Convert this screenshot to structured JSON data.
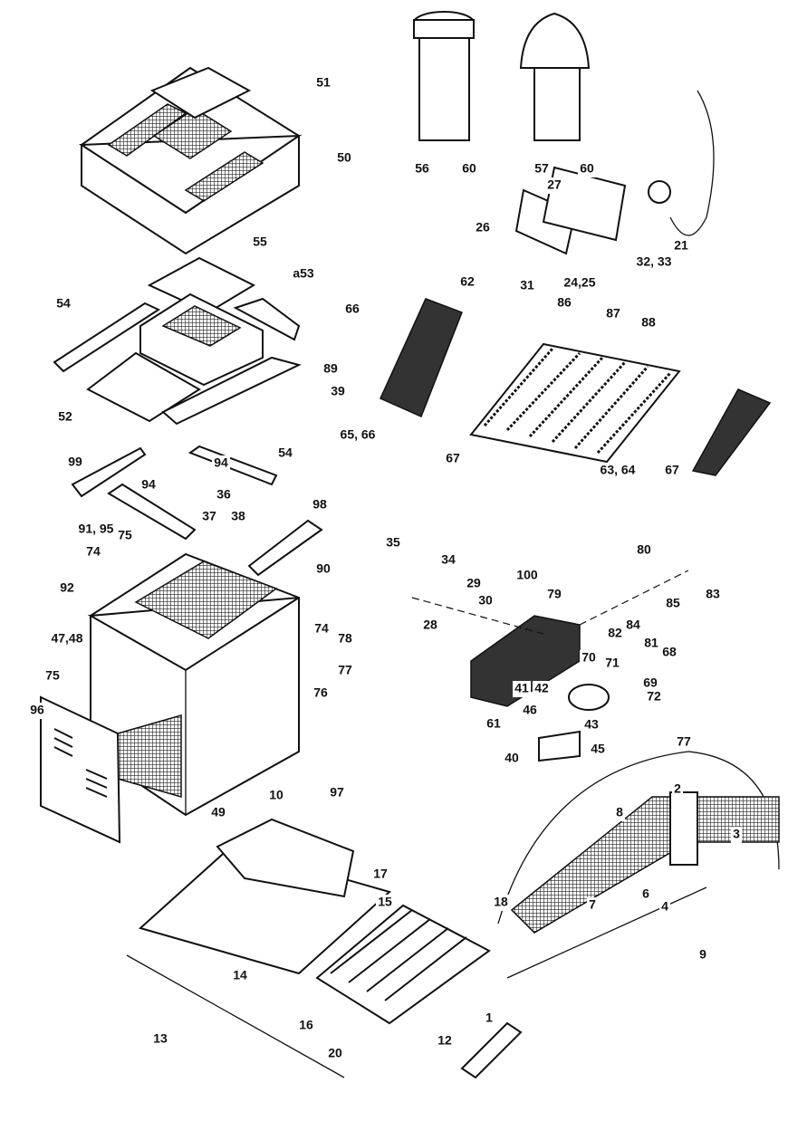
{
  "diagram": {
    "callouts": [
      {
        "text": "51"
      },
      {
        "text": "50"
      },
      {
        "text": "56"
      },
      {
        "text": "60"
      },
      {
        "text": "57"
      },
      {
        "text": "60"
      },
      {
        "text": "27"
      },
      {
        "text": "26"
      },
      {
        "text": "21"
      },
      {
        "text": "32, 33"
      },
      {
        "text": "31"
      },
      {
        "text": "24,25"
      },
      {
        "text": "55"
      },
      {
        "text": "a53"
      },
      {
        "text": "54"
      },
      {
        "text": "62"
      },
      {
        "text": "86"
      },
      {
        "text": "87"
      },
      {
        "text": "88"
      },
      {
        "text": "66"
      },
      {
        "text": "89"
      },
      {
        "text": "39"
      },
      {
        "text": "65, 66"
      },
      {
        "text": "67"
      },
      {
        "text": "63, 64"
      },
      {
        "text": "67"
      },
      {
        "text": "52"
      },
      {
        "text": "54"
      },
      {
        "text": "99"
      },
      {
        "text": "94"
      },
      {
        "text": "94"
      },
      {
        "text": "36"
      },
      {
        "text": "37"
      },
      {
        "text": "38"
      },
      {
        "text": "98"
      },
      {
        "text": "91, 95"
      },
      {
        "text": "75"
      },
      {
        "text": "74"
      },
      {
        "text": "92"
      },
      {
        "text": "90"
      },
      {
        "text": "47,48"
      },
      {
        "text": "75"
      },
      {
        "text": "74"
      },
      {
        "text": "78"
      },
      {
        "text": "77"
      },
      {
        "text": "76"
      },
      {
        "text": "96"
      },
      {
        "text": "10"
      },
      {
        "text": "97"
      },
      {
        "text": "49"
      },
      {
        "text": "35"
      },
      {
        "text": "34"
      },
      {
        "text": "29"
      },
      {
        "text": "28"
      },
      {
        "text": "30"
      },
      {
        "text": "100"
      },
      {
        "text": "79"
      },
      {
        "text": "80"
      },
      {
        "text": "85"
      },
      {
        "text": "83"
      },
      {
        "text": "84"
      },
      {
        "text": "82"
      },
      {
        "text": "81"
      },
      {
        "text": "68"
      },
      {
        "text": "70"
      },
      {
        "text": "71"
      },
      {
        "text": "69"
      },
      {
        "text": "72"
      },
      {
        "text": "41"
      },
      {
        "text": "42"
      },
      {
        "text": "46"
      },
      {
        "text": "43"
      },
      {
        "text": "61"
      },
      {
        "text": "40"
      },
      {
        "text": "45"
      },
      {
        "text": "77"
      },
      {
        "text": "2"
      },
      {
        "text": "8"
      },
      {
        "text": "3"
      },
      {
        "text": "6"
      },
      {
        "text": "4"
      },
      {
        "text": "7"
      },
      {
        "text": "9"
      },
      {
        "text": "18"
      },
      {
        "text": "17"
      },
      {
        "text": "15"
      },
      {
        "text": "14"
      },
      {
        "text": "13"
      },
      {
        "text": "16"
      },
      {
        "text": "20"
      },
      {
        "text": "12"
      },
      {
        "text": "1"
      }
    ]
  }
}
